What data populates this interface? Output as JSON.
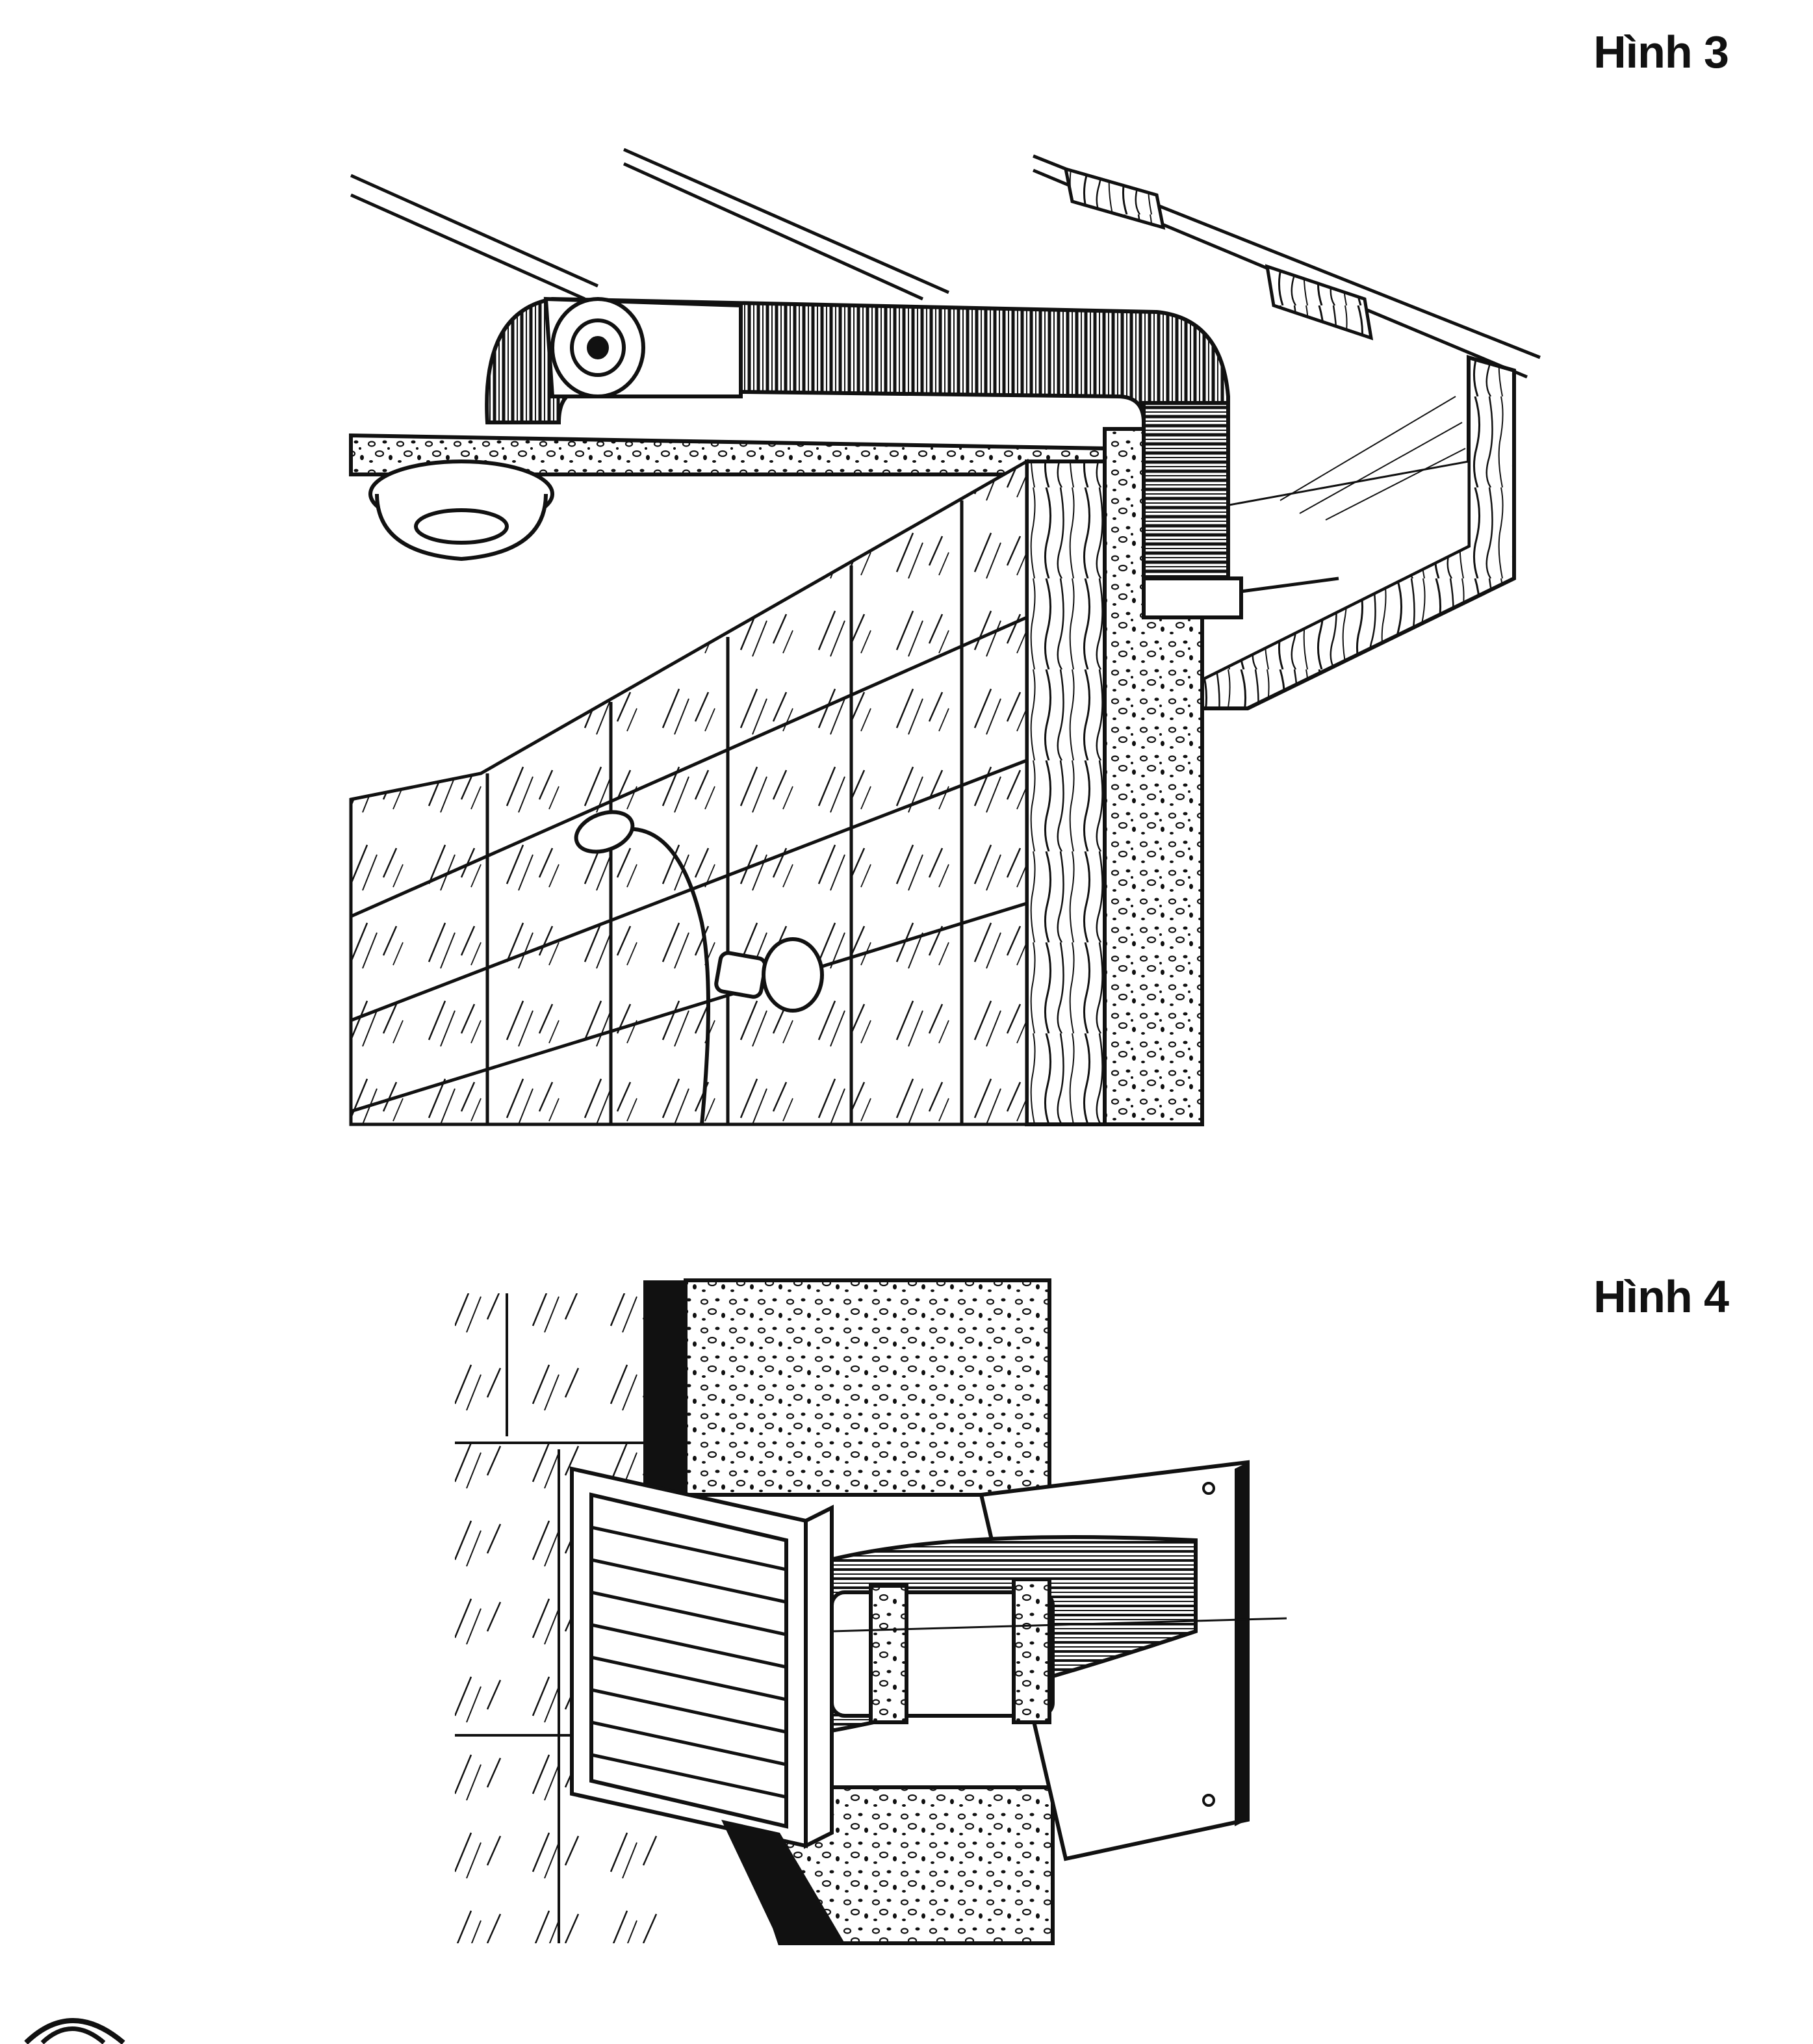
{
  "figures": [
    {
      "label": "Hình 3",
      "icon": "ceiling-duct-fan-illustration"
    },
    {
      "label": "Hình 4",
      "icon": "wall-duct-fan-illustration"
    }
  ],
  "footer": {
    "icon": "brand-logo-partial"
  }
}
